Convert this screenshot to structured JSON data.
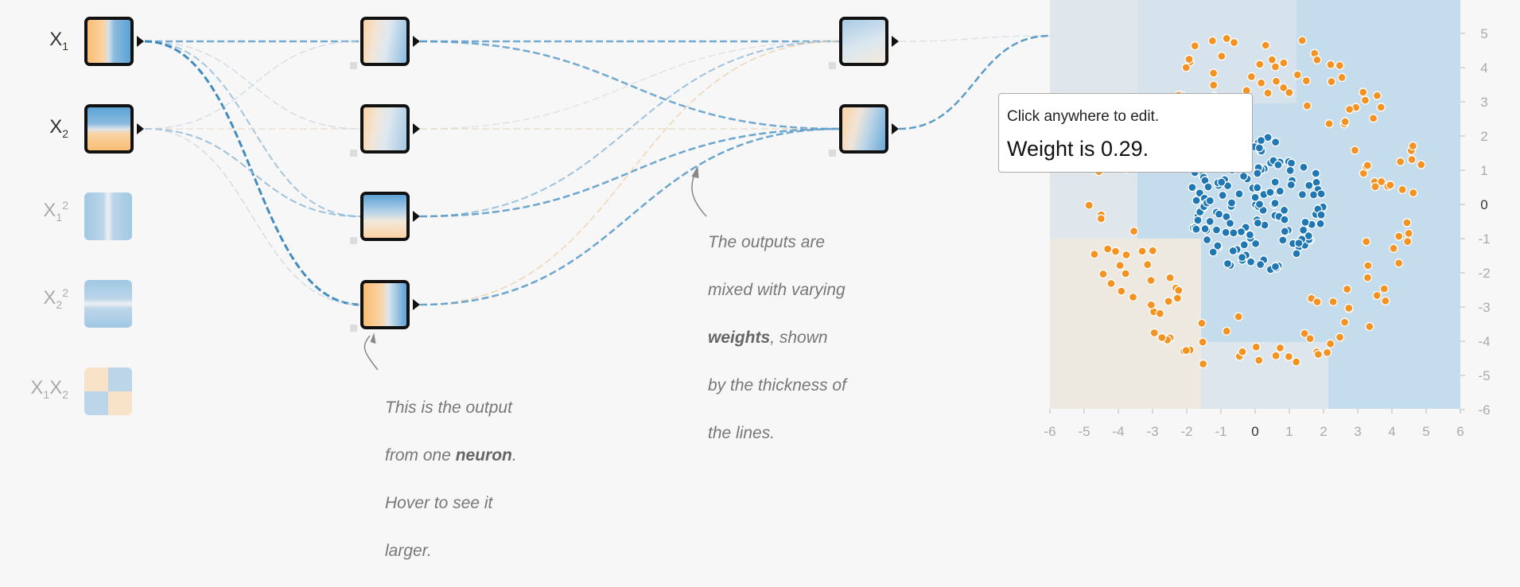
{
  "inputs": [
    {
      "base": "X",
      "sub": "1",
      "sup": "",
      "active": true,
      "pattern": "vertical"
    },
    {
      "base": "X",
      "sub": "2",
      "sup": "",
      "active": true,
      "pattern": "horizontal"
    },
    {
      "base": "X",
      "sub": "1",
      "sup": "2",
      "active": false,
      "pattern": "vband"
    },
    {
      "base": "X",
      "sub": "2",
      "sup": "2",
      "active": false,
      "pattern": "hband"
    },
    {
      "base": "X",
      "sub": "1",
      "sup": "",
      "base2": "X",
      "sub2": "2",
      "active": false,
      "pattern": "product"
    }
  ],
  "callouts": {
    "neuron": {
      "line1": "This is the output",
      "line2_pre": "from one ",
      "line2_bold": "neuron",
      "line2_post": ".",
      "line3": "Hover to see it",
      "line4": "larger."
    },
    "weights": {
      "line1": "The outputs are",
      "line2": "mixed with varying",
      "line3_bold": "weights",
      "line3_post": ", shown",
      "line4": "by the thickness of",
      "line5": "the lines."
    }
  },
  "tooltip": {
    "hint": "Click anywhere to edit.",
    "weight": "Weight is 0.29."
  },
  "plot": {
    "x_ticks": [
      "-6",
      "-5",
      "-4",
      "-3",
      "-2",
      "-1",
      "0",
      "1",
      "2",
      "3",
      "4",
      "5",
      "6"
    ],
    "y_ticks": [
      "5",
      "4",
      "3",
      "2",
      "1",
      "0",
      "-1",
      "-2",
      "-3",
      "-4",
      "-5",
      "-6"
    ],
    "colors": {
      "positive": "#1f77b4",
      "negative": "#f59322",
      "pos_bg": "#c5dced",
      "neg_bg": "#efe9e0"
    }
  }
}
